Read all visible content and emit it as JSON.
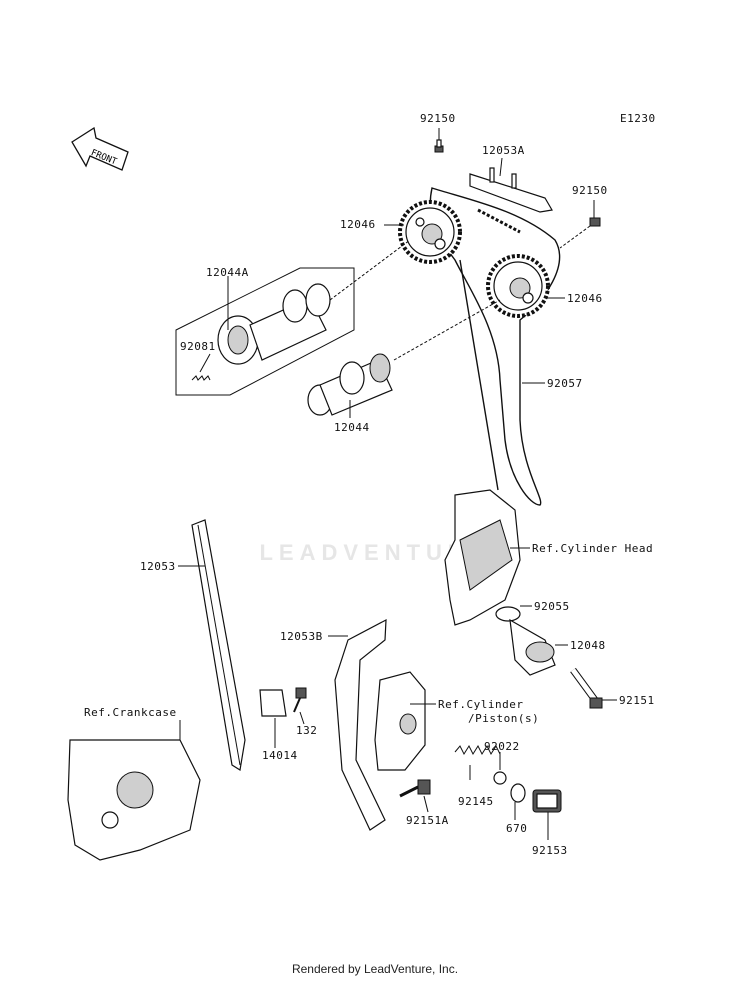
{
  "diagram": {
    "code": "E1230",
    "front_label": "FRONT",
    "watermark": "LEADVENTURE",
    "footer": "Rendered by LeadVenture, Inc.",
    "parts": {
      "p92150a": "92150",
      "p12053a": "12053A",
      "p92150b": "92150",
      "p12046a": "12046",
      "p12044a": "12044A",
      "p12046b": "12046",
      "p92081": "92081",
      "p92057": "92057",
      "p12044": "12044",
      "ref_cyl_head": "Ref.Cylinder Head",
      "p12053": "12053",
      "p92055": "92055",
      "p12053b": "12053B",
      "p12048": "12048",
      "p92151": "92151",
      "ref_crankcase": "Ref.Crankcase",
      "ref_cyl_piston_1": "Ref.Cylinder",
      "ref_cyl_piston_2": "/Piston(s)",
      "p132": "132",
      "p92022": "92022",
      "p14014": "14014",
      "p92145": "92145",
      "p670": "670",
      "p92151a": "92151A",
      "p92153": "92153"
    }
  }
}
